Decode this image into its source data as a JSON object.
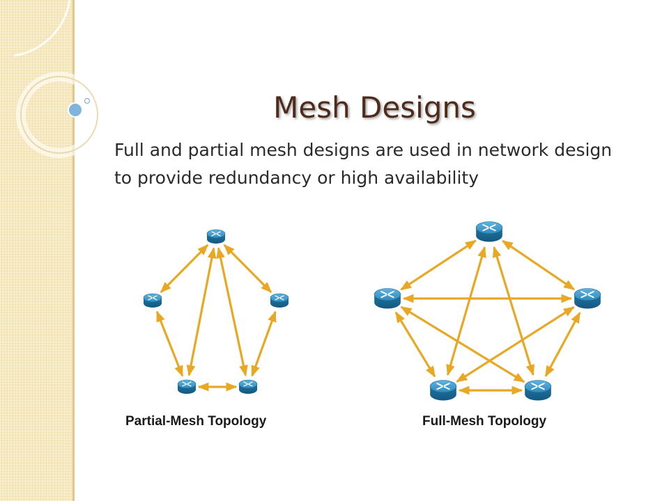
{
  "slide": {
    "title": "Mesh Designs",
    "subtitle": "Full and partial mesh designs are used in network design to provide redundancy  or high availability"
  },
  "colors": {
    "sidebar": "#f4e3b5",
    "title": "#4e2b1a",
    "link": "#e8a824",
    "router_top": "#3a98c8",
    "router_side": "#1f6d99"
  },
  "partial_mesh": {
    "label": "Partial-Mesh Topology",
    "nodes": [
      "router-top",
      "router-left",
      "router-right",
      "router-bottom-left",
      "router-bottom-right"
    ],
    "links": [
      [
        "router-top",
        "router-left"
      ],
      [
        "router-top",
        "router-right"
      ],
      [
        "router-top",
        "router-bottom-left"
      ],
      [
        "router-top",
        "router-bottom-right"
      ],
      [
        "router-left",
        "router-bottom-left"
      ],
      [
        "router-right",
        "router-bottom-right"
      ],
      [
        "router-bottom-left",
        "router-bottom-right"
      ]
    ]
  },
  "full_mesh": {
    "label": "Full-Mesh Topology",
    "nodes": [
      "router-top",
      "router-left",
      "router-right",
      "router-bottom-left",
      "router-bottom-right"
    ],
    "links": [
      [
        "router-top",
        "router-left"
      ],
      [
        "router-top",
        "router-right"
      ],
      [
        "router-top",
        "router-bottom-left"
      ],
      [
        "router-top",
        "router-bottom-right"
      ],
      [
        "router-left",
        "router-right"
      ],
      [
        "router-left",
        "router-bottom-left"
      ],
      [
        "router-left",
        "router-bottom-right"
      ],
      [
        "router-right",
        "router-bottom-left"
      ],
      [
        "router-right",
        "router-bottom-right"
      ],
      [
        "router-bottom-left",
        "router-bottom-right"
      ]
    ]
  }
}
